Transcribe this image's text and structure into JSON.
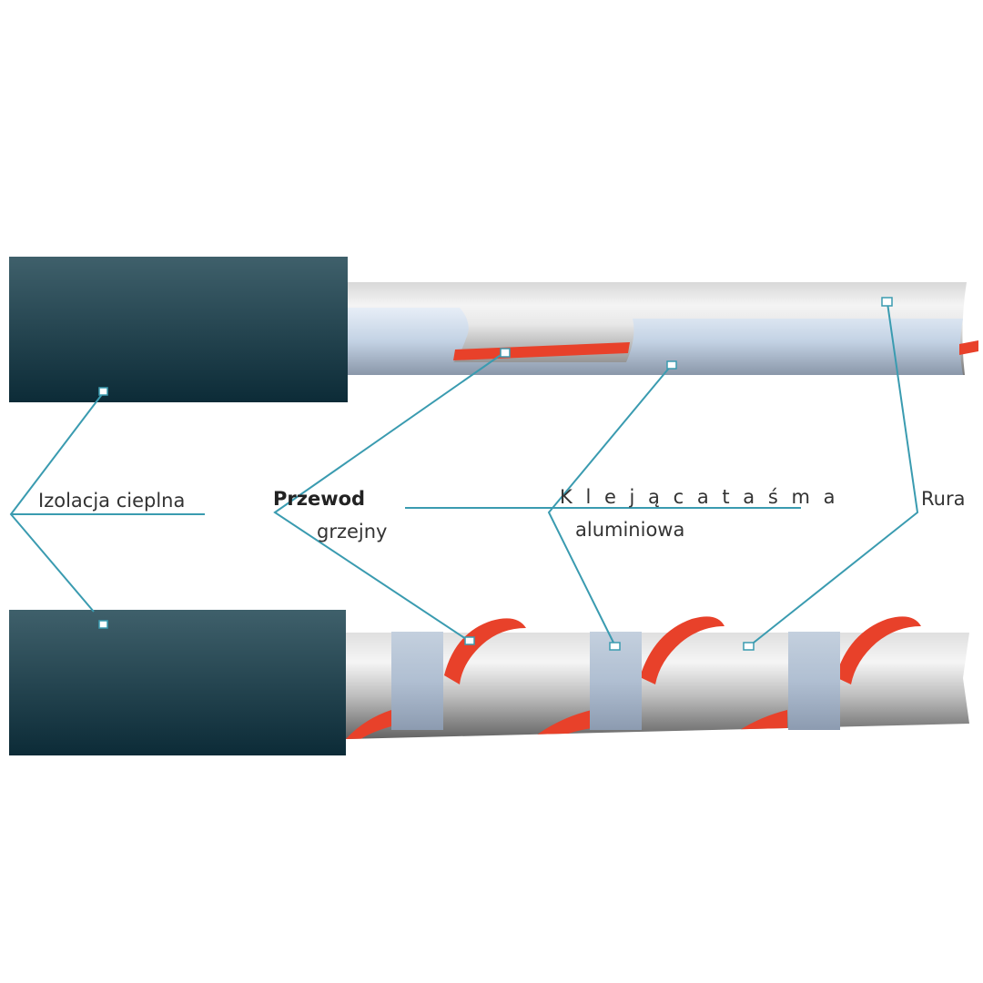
{
  "labels": {
    "insulation": "Izolacja cieplna",
    "heating_cable_line1": "Przewod",
    "heating_cable_line2": "grzejny",
    "tape_line1": "K l e j ą c a   t a ś m a",
    "tape_line2": "aluminiowa",
    "pipe": "Rura"
  },
  "colors": {
    "insulation_dark": "#0f2e3a",
    "insulation_light": "#3d5e6a",
    "pipe_light": "#f2f2f2",
    "pipe_dark": "#6a6a6a",
    "tape": "#b4c4d8",
    "cable": "#e8412a",
    "leader_line": "#3a9bb0"
  }
}
